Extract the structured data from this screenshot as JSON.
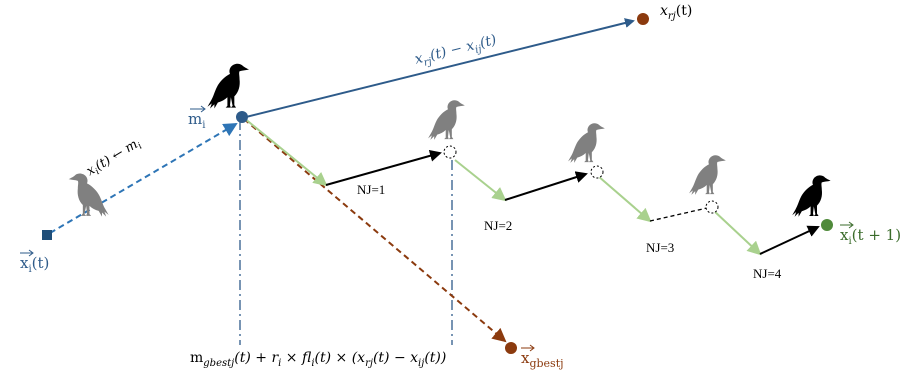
{
  "labels": {
    "x_rj": "x",
    "x_rj_sub": "rj",
    "x_rj_t": "(t)",
    "diff_a": "x",
    "diff_a_sub": "rj",
    "diff_mid": "(t) − x",
    "diff_b_sub": "ij",
    "diff_t": "(t)",
    "m_i": "m",
    "m_i_sub": "i",
    "assign_x": "x",
    "assign_x_sub": "i",
    "assign_rest": "(t) ← m",
    "assign_m_sub": "i",
    "x_i_t": "x",
    "x_i_t_sub": "i",
    "x_i_t_t": "(t)",
    "x_next": "x",
    "x_next_sub": "i",
    "x_next_t": "(t + 1)",
    "x_gbest": "x",
    "x_gbest_sub": "gbestj",
    "nj1": "NJ=1",
    "nj2": "NJ=2",
    "nj3": "NJ=3",
    "nj4": "NJ=4",
    "formula_m": "m",
    "formula_m_sub": "gbestj",
    "formula_rest1": "(t) + r",
    "formula_r_sub": "i",
    "formula_rest2": " × fl",
    "formula_fl_sub": "i",
    "formula_rest3": "(t) × (x",
    "formula_xrj_sub": "rj",
    "formula_rest4": "(t) − x",
    "formula_xij_sub": "ij",
    "formula_rest5": "(t))"
  },
  "colors": {
    "blue": "#2e5b8a",
    "blue_dash": "#2e75b6",
    "brown": "#8b3a0e",
    "green_line": "#a9d18e",
    "green_dot": "#4f8a3a",
    "green_text": "#3a6b2a",
    "grey_bird": "#808080",
    "black": "#000000"
  },
  "icons": [
    "crow-icon",
    "crow-icon",
    "crow-icon",
    "crow-icon",
    "crow-icon",
    "crow-icon"
  ]
}
